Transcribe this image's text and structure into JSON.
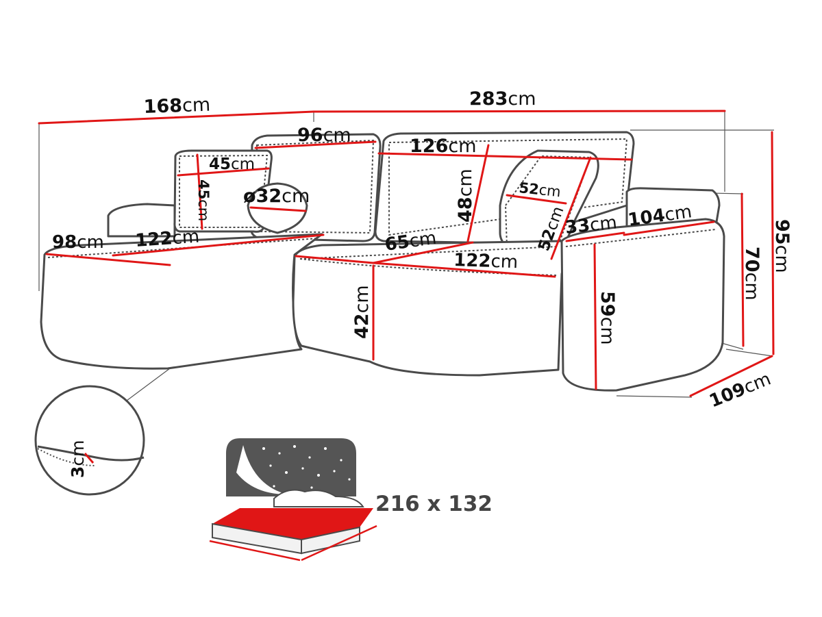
{
  "dimensions": {
    "total_width": {
      "value": "283",
      "unit": "cm"
    },
    "chaise_length": {
      "value": "168",
      "unit": "cm"
    },
    "back_cushion_left": {
      "value": "96",
      "unit": "cm"
    },
    "back_cushion_right": {
      "value": "126",
      "unit": "cm"
    },
    "pillow_square_w": {
      "value": "45",
      "unit": "cm"
    },
    "pillow_square_h": {
      "value": "45",
      "unit": "cm"
    },
    "pillow_round": {
      "value": "32",
      "unit": "cm",
      "prefix": "ø"
    },
    "back_cushion_height": {
      "value": "48",
      "unit": "cm"
    },
    "pillow_right_w": {
      "value": "52",
      "unit": "cm"
    },
    "pillow_right_h": {
      "value": "52",
      "unit": "cm"
    },
    "armrest_width": {
      "value": "33",
      "unit": "cm"
    },
    "armrest_depth": {
      "value": "104",
      "unit": "cm"
    },
    "chaise_width": {
      "value": "98",
      "unit": "cm"
    },
    "chaise_seat": {
      "value": "122",
      "unit": "cm"
    },
    "seat_depth": {
      "value": "65",
      "unit": "cm"
    },
    "seat_width": {
      "value": "122",
      "unit": "cm"
    },
    "seat_height": {
      "value": "42",
      "unit": "cm"
    },
    "armrest_height": {
      "value": "59",
      "unit": "cm"
    },
    "backrest_height": {
      "value": "70",
      "unit": "cm"
    },
    "total_height": {
      "value": "95",
      "unit": "cm"
    },
    "total_depth": {
      "value": "109",
      "unit": "cm"
    },
    "leg_height": {
      "value": "3",
      "unit": "cm"
    }
  },
  "sleeping_area": "216 x 132",
  "colors": {
    "measure": "#e01616",
    "outline": "#4a4a4a",
    "bed_panel": "#555555",
    "mattress": "#e01616"
  },
  "icons": [
    "sofa-outline",
    "leg-detail-magnifier",
    "sleep-function-icon"
  ]
}
